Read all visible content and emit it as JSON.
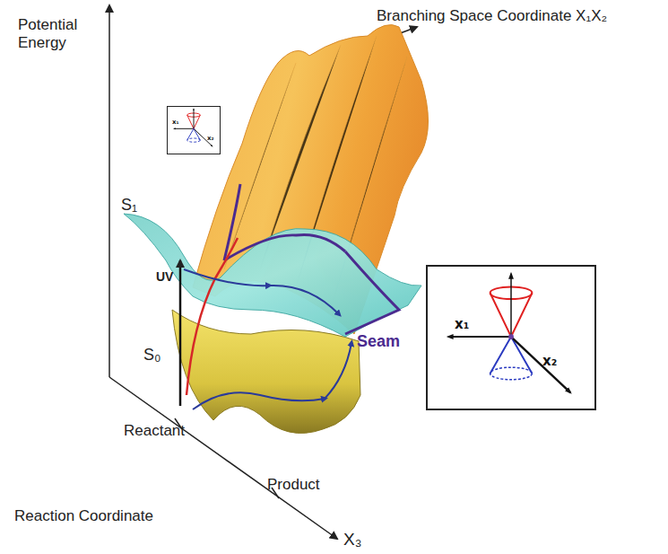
{
  "diagram": {
    "nodes": [
      {
        "text": [
          "x₁",
          "x₂"
        ]
      },
      {
        "text": [
          "x₁",
          "x₂"
        ]
      }
    ],
    "labels": [
      "Potential Energy",
      "Branching Space Coordinate X₁X₂",
      "S₁",
      "S₀",
      "UV",
      "Seam",
      "Reactant",
      "Product",
      "Reaction Coordinate",
      "X₃"
    ]
  }
}
